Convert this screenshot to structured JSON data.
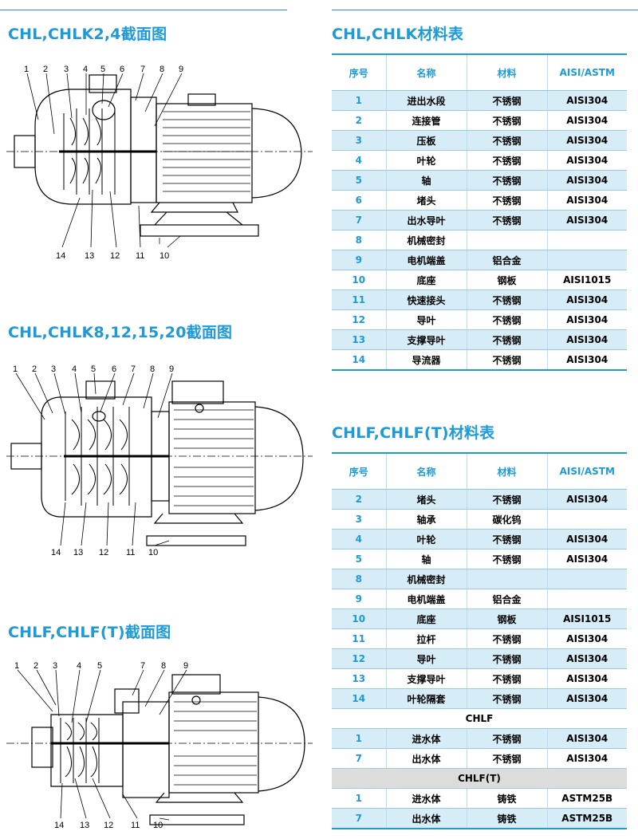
{
  "colors": {
    "accent": "#1e9ad6",
    "row_shade": "#d6ecf7",
    "group_shade": "#dcdcdc"
  },
  "sections": {
    "s1_title": "CHL,CHLK2,4截面图",
    "s2_title": "CHL,CHLK8,12,15,20截面图",
    "s3_title": "CHLF,CHLF(T)截面图",
    "t1_title": "CHL,CHLK材料表",
    "t2_title": "CHLF,CHLF(T)材料表"
  },
  "drawing_labels": {
    "top_row": [
      "1",
      "2",
      "3",
      "4",
      "5",
      "6",
      "7",
      "8",
      "9"
    ],
    "bottom_row": [
      "14",
      "13",
      "12",
      "11",
      "10"
    ]
  },
  "headers": [
    "序号",
    "名称",
    "材料",
    "AISI/ASTM"
  ],
  "table1": [
    [
      "1",
      "进出水段",
      "不锈钢",
      "AISI304"
    ],
    [
      "2",
      "连接管",
      "不锈钢",
      "AISI304"
    ],
    [
      "3",
      "压板",
      "不锈钢",
      "AISI304"
    ],
    [
      "4",
      "叶轮",
      "不锈钢",
      "AISI304"
    ],
    [
      "5",
      "轴",
      "不锈钢",
      "AISI304"
    ],
    [
      "6",
      "堵头",
      "不锈钢",
      "AISI304"
    ],
    [
      "7",
      "出水导叶",
      "不锈钢",
      "AISI304"
    ],
    [
      "8",
      "机械密封",
      "",
      ""
    ],
    [
      "9",
      "电机端盖",
      "铝合金",
      ""
    ],
    [
      "10",
      "底座",
      "钢板",
      "AISI1015"
    ],
    [
      "11",
      "快速接头",
      "不锈钢",
      "AISI304"
    ],
    [
      "12",
      "导叶",
      "不锈钢",
      "AISI304"
    ],
    [
      "13",
      "支撑导叶",
      "不锈钢",
      "AISI304"
    ],
    [
      "14",
      "导流器",
      "不锈钢",
      "AISI304"
    ]
  ],
  "table2": [
    [
      "2",
      "堵头",
      "不锈钢",
      "AISI304"
    ],
    [
      "3",
      "轴承",
      "碳化钨",
      ""
    ],
    [
      "4",
      "叶轮",
      "不锈钢",
      "AISI304"
    ],
    [
      "5",
      "轴",
      "不锈钢",
      "AISI304"
    ],
    [
      "8",
      "机械密封",
      "",
      ""
    ],
    [
      "9",
      "电机端盖",
      "铝合金",
      ""
    ],
    [
      "10",
      "底座",
      "钢板",
      "AISI1015"
    ],
    [
      "11",
      "拉杆",
      "不锈钢",
      "AISI304"
    ],
    [
      "12",
      "导叶",
      "不锈钢",
      "AISI304"
    ],
    [
      "13",
      "支撑导叶",
      "不锈钢",
      "AISI304"
    ],
    [
      "14",
      "叶轮隔套",
      "不锈钢",
      "AISI304"
    ]
  ],
  "table2_group1": {
    "label": "CHLF",
    "rows": [
      [
        "1",
        "进水体",
        "不锈钢",
        "AISI304"
      ],
      [
        "7",
        "出水体",
        "不锈钢",
        "AISI304"
      ]
    ]
  },
  "table2_group2": {
    "label": "CHLF(T)",
    "rows": [
      [
        "1",
        "进水体",
        "铸铁",
        "ASTM25B"
      ],
      [
        "7",
        "出水体",
        "铸铁",
        "ASTM25B"
      ]
    ]
  }
}
